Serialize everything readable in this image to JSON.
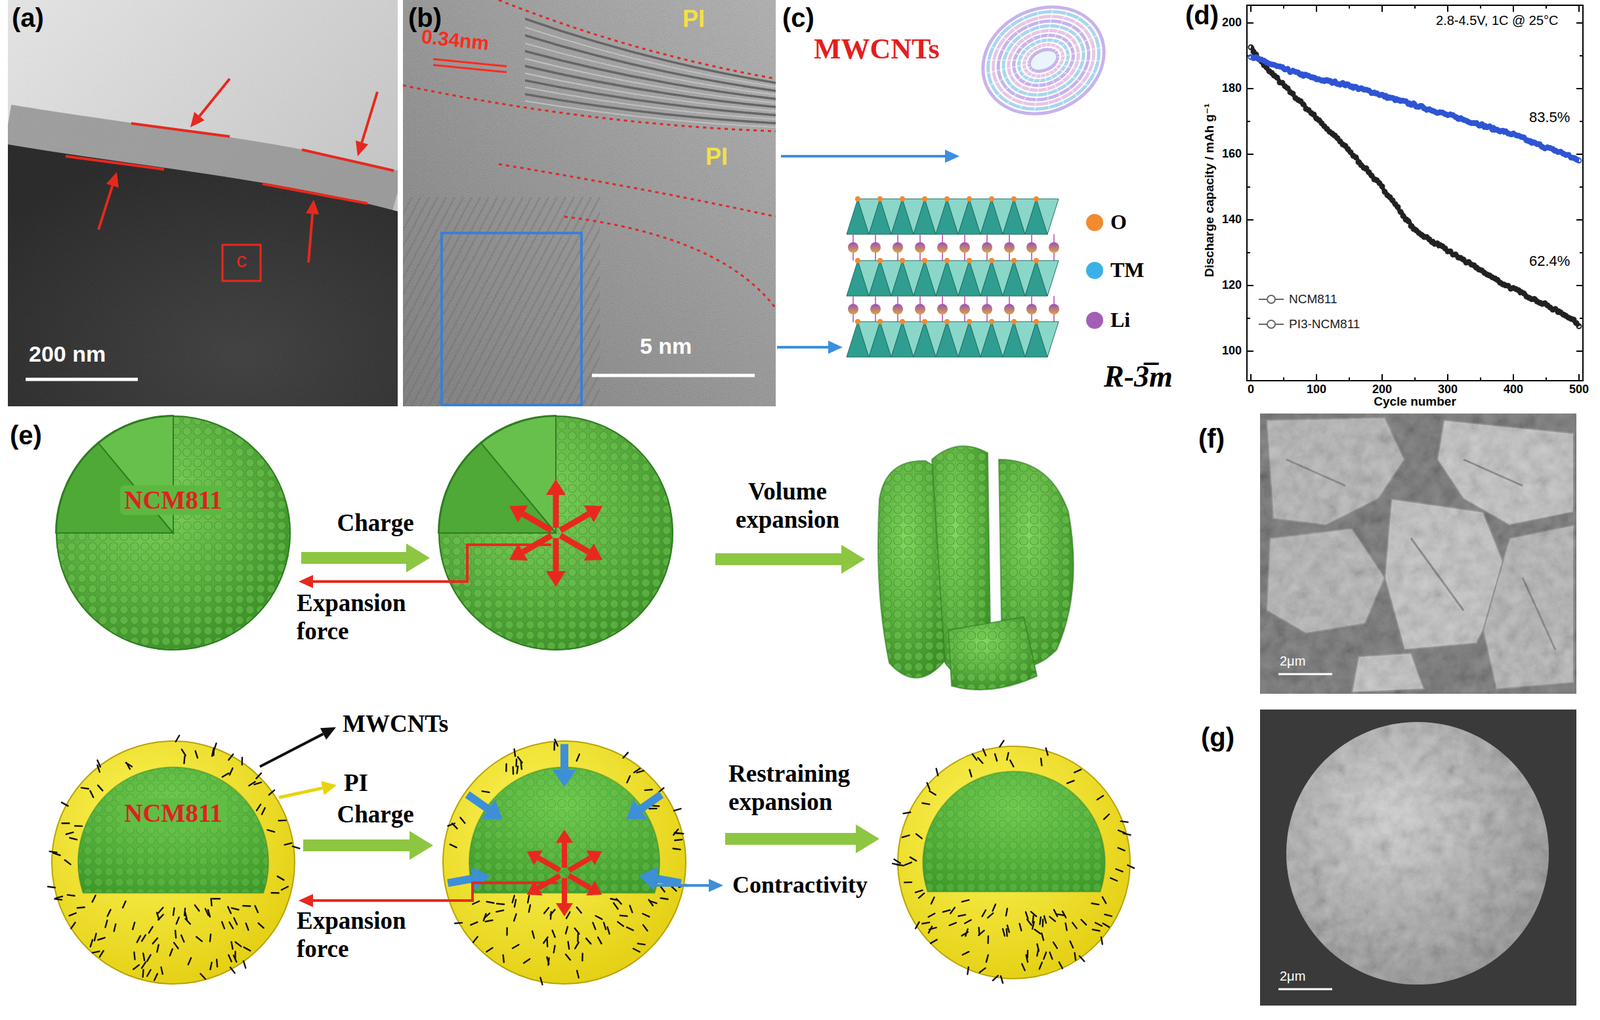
{
  "diagram": {
    "nodes": [
      {
        "text": [
          "NCM811"
        ]
      },
      {
        "text": [
          "NCM811"
        ]
      }
    ],
    "labels": [
      "(a)",
      "c",
      "200 nm",
      "(b)",
      "0.34nm",
      "PI",
      "PI",
      "5 nm",
      "(c)",
      "MWCNTs",
      "R-3̅m",
      "(d)",
      "2.8-4.5V, 1C @ 25°C",
      "Discharge capacity / mAh g⁻¹",
      "200",
      "180",
      "160",
      "140",
      "120",
      "100",
      "0",
      "100",
      "200",
      "300",
      "400",
      "500",
      "Cycle number",
      "83.5%",
      "62.4%",
      "(e)",
      "Charge",
      "Volume expansion",
      "Expansion force",
      "MWCNTs",
      "PI",
      "Charge",
      "Restraining expansion",
      "Expansion force",
      "Contractivity",
      "(f)",
      "2μm",
      "(g)",
      "2μm"
    ],
    "legend": [
      {
        "text": "NCM811"
      },
      {
        "text": "PI3-NCM811"
      },
      {
        "text": "O",
        "color": "#f28a30"
      },
      {
        "text": "TM",
        "color": "#3ab0e8"
      },
      {
        "text": "Li",
        "color": "#a35fb5"
      }
    ]
  }
}
